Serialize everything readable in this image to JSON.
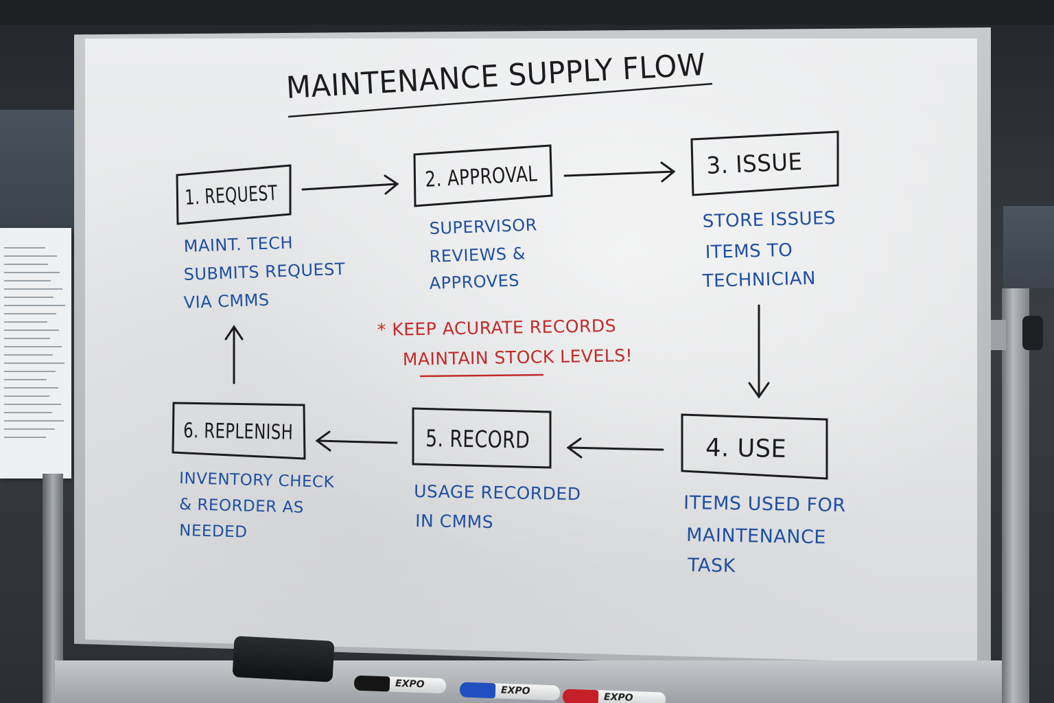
{
  "title": "MAINTENANCE SUPPLY FLOW",
  "steps": [
    {
      "label": "1. REQUEST",
      "note": [
        "MAINT. TECH",
        "SUBMITS REQUEST",
        "VIA CMMS"
      ]
    },
    {
      "label": "2. APPROVAL",
      "note": [
        "SUPERVISOR",
        "REVIEWS &",
        "APPROVES"
      ]
    },
    {
      "label": "3. ISSUE",
      "note": [
        "STORE ISSUES",
        "ITEMS TO",
        "TECHNICIAN"
      ]
    },
    {
      "label": "4. USE",
      "note": [
        "ITEMS USED FOR",
        "MAINTENANCE",
        "TASK"
      ]
    },
    {
      "label": "5. RECORD",
      "note": [
        "USAGE RECORDED",
        "IN CMMS"
      ]
    },
    {
      "label": "6. REPLENISH",
      "note": [
        "INVENTORY CHECK",
        "& REORDER AS",
        "NEEDED"
      ]
    }
  ],
  "reminder": {
    "line1": "* KEEP ACURATE RECORDS",
    "line2": "MAINTAIN STOCK LEVELS!"
  },
  "marker_brand": "EXPO",
  "colors": {
    "ink_black": "#1c1c1e",
    "ink_blue": "#1f4fa0",
    "ink_red": "#c22a2a",
    "marker_black": "#151515",
    "marker_blue": "#1f4fc0",
    "marker_red": "#c51f27"
  }
}
